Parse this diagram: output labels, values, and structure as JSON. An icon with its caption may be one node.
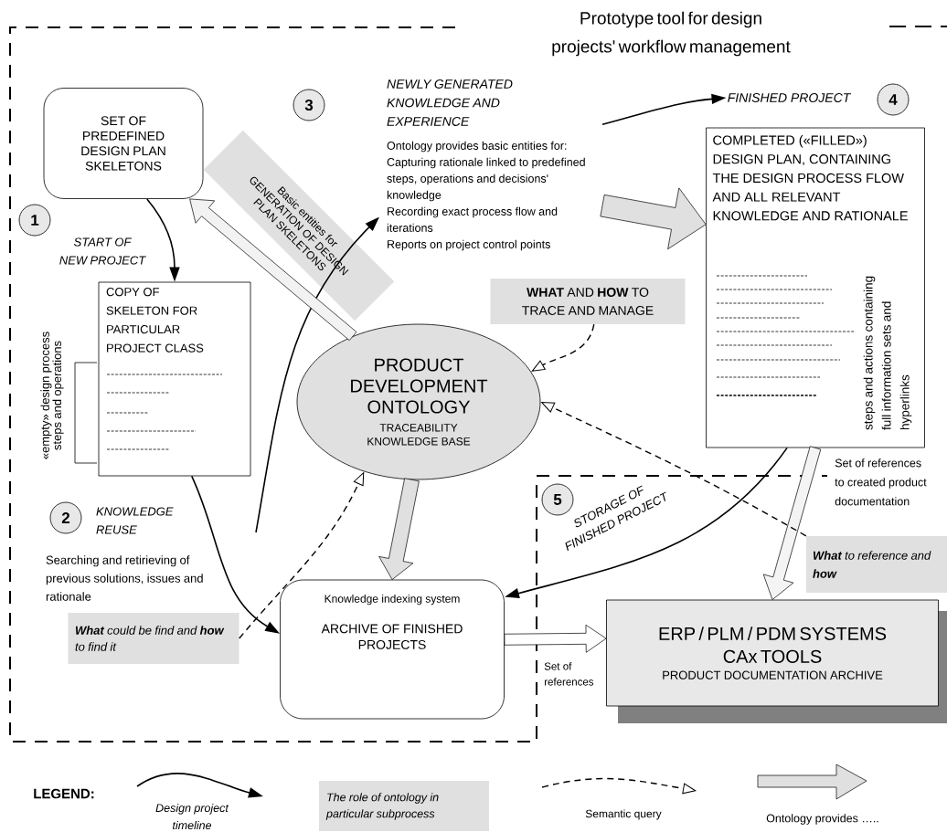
{
  "diagram": {
    "title": "Prototype tool for design projects' workflow management",
    "nodes": [
      {
        "text": [
          "SET OF PREDEFINED DESIGN PLAN SKELETONS"
        ]
      },
      {
        "text": [
          "COPY OF SKELETON FOR PARTICULAR PROJECT CLASS"
        ],
        "beside": [
          "«empty» design process steps and operations"
        ]
      },
      {
        "text": [
          "PRODUCT DEVELOPMENT ONTOLOGY",
          "TRACEABILITY KNOWLEDGE BASE"
        ]
      },
      {
        "text": [
          "Knowledge indexing system",
          "ARCHIVE OF FINISHED PROJECTS"
        ]
      },
      {
        "text": [
          "COMPLETED («FILLED») DESIGN PLAN, CONTAINING THE DESIGN PROCESS FLOW AND ALL RELEVANT KNOWLEDGE AND RATIONALE",
          "steps and actions containing full information sets and hyperlinks"
        ]
      },
      {
        "text": [
          "ERP / PLM / PDM SYSTEMS",
          "CAx TOOLS",
          "PRODUCT DOCUMENTATION ARCHIVE"
        ]
      },
      {
        "text": [
          "NEWLY GENERATED KNOWLEDGE AND EXPERIENCE",
          "Ontology provides basic entities for:",
          "Capturing rationale linked to predefined steps, operations and decisions' knowledge",
          "Recording exact process flow and iterations",
          "Reports on project control points"
        ]
      },
      {
        "text": [
          "FINISHED PROJECT"
        ]
      },
      {
        "text": [
          "Basic entities for GENERATION OF DESIGN PLAN SKELETONS"
        ]
      },
      {
        "text": [
          "**WHAT** AND **HOW** TO TRACE AND MANAGE"
        ]
      },
      {
        "text": [
          "**What** could be find and **how** to find it"
        ]
      },
      {
        "text": [
          "**What** to reference and **how**"
        ]
      },
      {
        "text": [
          "1"
        ]
      },
      {
        "text": [
          "2"
        ]
      },
      {
        "text": [
          "3"
        ]
      },
      {
        "text": [
          "4"
        ]
      },
      {
        "text": [
          "5"
        ]
      }
    ],
    "edges": [
      {
        "from": 0,
        "to": 1,
        "arrow": "to"
      },
      {
        "from": 1,
        "to": 3,
        "arrow": "to"
      },
      {
        "from": null,
        "to": 6,
        "arrow": "to"
      },
      {
        "from": 6,
        "to": 7,
        "arrow": "to"
      },
      {
        "from": 4,
        "to": 3,
        "arrow": "to"
      },
      {
        "from": 2,
        "to": 0,
        "arrow": "to",
        "style": "thick",
        "color": "#f2f2f2"
      },
      {
        "from": 6,
        "to": 4,
        "arrow": "to",
        "style": "thick",
        "color": "#e0e0e0"
      },
      {
        "from": 2,
        "to": 3,
        "arrow": "to",
        "style": "thick",
        "color": "#e0e0e0"
      },
      {
        "from": 4,
        "to": 5,
        "arrow": "to",
        "style": "thick",
        "color": "#f4f4f4",
        "label": "Set of references to created product documentation"
      },
      {
        "from": 3,
        "to": 5,
        "arrow": "to",
        "style": "thick",
        "color": "#ffffff",
        "label": "Set of references"
      },
      {
        "from": 9,
        "to": 2,
        "arrow": "to",
        "style": "dashed"
      },
      {
        "from": 10,
        "to": 2,
        "arrow": "to",
        "style": "dashed"
      },
      {
        "from": 11,
        "to": 2,
        "arrow": "to",
        "style": "dashed"
      }
    ],
    "labels": [
      "START OF NEW PROJECT",
      "KNOWLEDGE REUSE",
      "Searching and retirieving of previous solutions, issues and rationale",
      "STORAGE OF FINISHED PROJECT",
      "LEGEND:"
    ],
    "legend": [
      {
        "text": "Design project timeline"
      },
      {
        "text": "The role of ontology in particular subprocess",
        "color": "#e0e0e0"
      },
      {
        "text": "Semantic query"
      },
      {
        "text": "Ontology provides ….."
      }
    ]
  }
}
